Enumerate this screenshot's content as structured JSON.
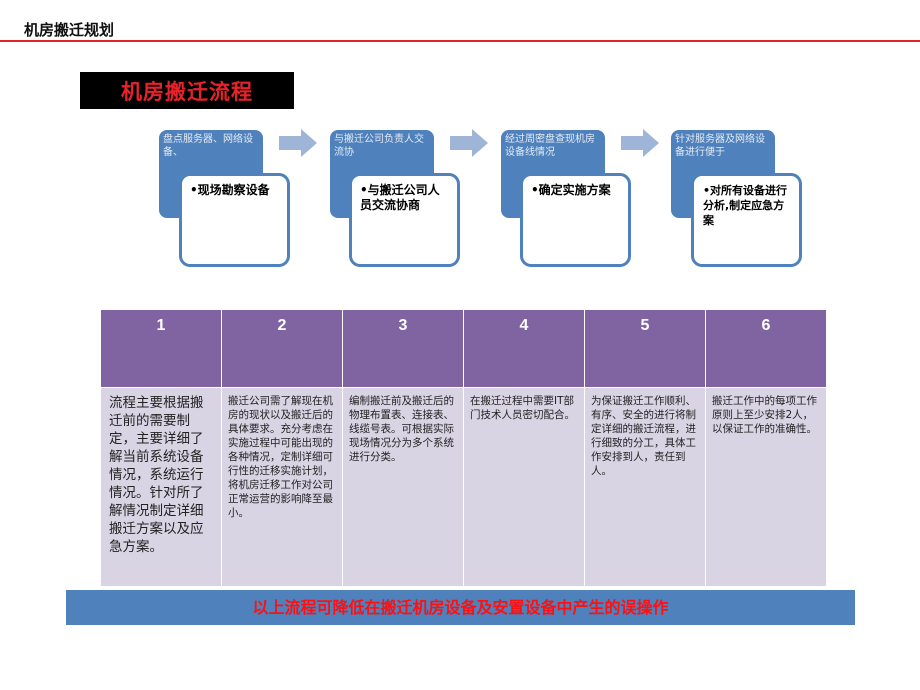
{
  "header": {
    "title": "机房搬迁规划"
  },
  "section_title": "机房搬迁流程",
  "colors": {
    "accent_red": "#d9262b",
    "step_blue": "#4f81bd",
    "table_header": "#8064a2",
    "table_body": "#d8d4e4"
  },
  "steps": [
    {
      "back_text": "盘点服务器、网络设备、",
      "front_text": "•现场勘察设备"
    },
    {
      "back_text": "与搬迁公司负责人交流协",
      "front_text": "•与搬迁公司人员交流协商"
    },
    {
      "back_text": "经过周密盘查现机房设备线情况",
      "front_text": "•确定实施方案"
    },
    {
      "back_text": "针对服务器及网络设备进行便于",
      "front_text": "•对所有设备进行分析,制定应急方案"
    }
  ],
  "table": {
    "headers": [
      "1",
      "2",
      "3",
      "4",
      "5",
      "6"
    ],
    "cells": [
      "流程主要根据搬迁前的需要制定，主要详细了解当前系统设备情况，系统运行情况。针对所了解情况制定详细搬迁方案以及应急方案。",
      "搬迁公司需了解现在机房的现状以及搬迁后的具体要求。充分考虑在实施过程中可能出现的各种情况，定制详细可行性的迁移实施计划，将机房迁移工作对公司正常运营的影响降至最小。",
      "编制搬迁前及搬迁后的物理布置表、连接表、线缆号表。可根据实际现场情况分为多个系统进行分类。",
      "在搬迁过程中需要IT部门技术人员密切配合。",
      "为保证搬迁工作顺利、有序、安全的进行将制定详细的搬迁流程，进行细致的分工，具体工作安排到人，责任到人。",
      "搬迁工作中的每项工作原则上至少安排2人，以保证工作的准确性。"
    ]
  },
  "conclusion": "以上流程可降低在搬迁机房设备及安置设备中产生的误操作"
}
